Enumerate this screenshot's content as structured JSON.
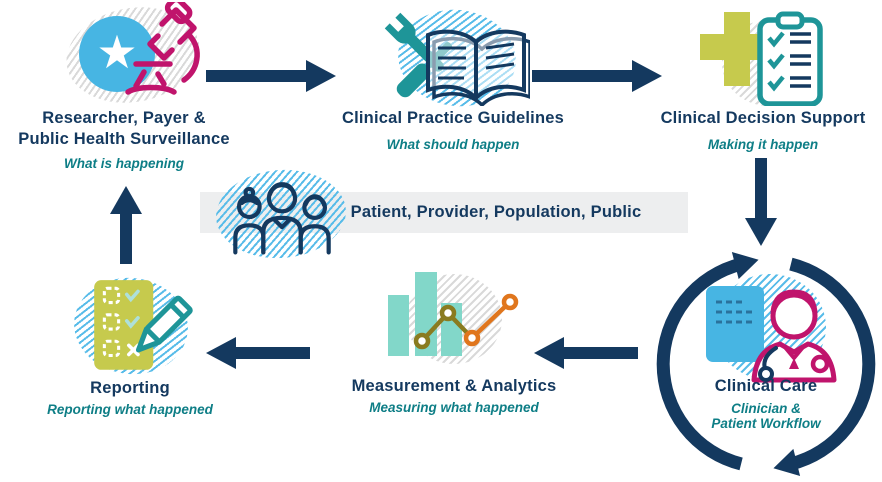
{
  "colors": {
    "navy": "#14395f",
    "teal-text": "#0e7e86",
    "teal-icon": "#1e9598",
    "blue": "#47b5e3",
    "blue-hatch": "#58bce9",
    "magenta": "#c0146c",
    "citron": "#c6ca4d",
    "orange": "#e0761d",
    "olive": "#8a7b20",
    "gray-hatch": "#d9d9d9",
    "banner-bg": "#edeeef",
    "bar-teal": "#82d7c9"
  },
  "glyphs": {
    "star": "★"
  },
  "nodes": {
    "researcher": {
      "title_line1": "Researcher, Payer &",
      "title_line2": "Public Health Surveillance",
      "subtitle": "What is happening",
      "icon": "star-badge-and-microscope"
    },
    "guidelines": {
      "title": "Clinical Practice Guidelines",
      "subtitle": "What should happen",
      "icon": "tools-and-open-book"
    },
    "decision_support": {
      "title": "Clinical Decision Support",
      "subtitle": "Making it happen",
      "icon": "medical-plus-and-checklist"
    },
    "clinical_care": {
      "title": "Clinical Care",
      "subtitle_line1": "Clinician &",
      "subtitle_line2": "Patient Workflow",
      "icon": "clinician-with-chart"
    },
    "measurement": {
      "title": "Measurement & Analytics",
      "subtitle": "Measuring what happened",
      "icon": "bar-and-line-chart"
    },
    "reporting": {
      "title": "Reporting",
      "subtitle": "Reporting what happened",
      "icon": "report-form-and-pencil"
    }
  },
  "banner": {
    "label": "Patient, Provider, Population, Public",
    "icon": "people-group"
  }
}
